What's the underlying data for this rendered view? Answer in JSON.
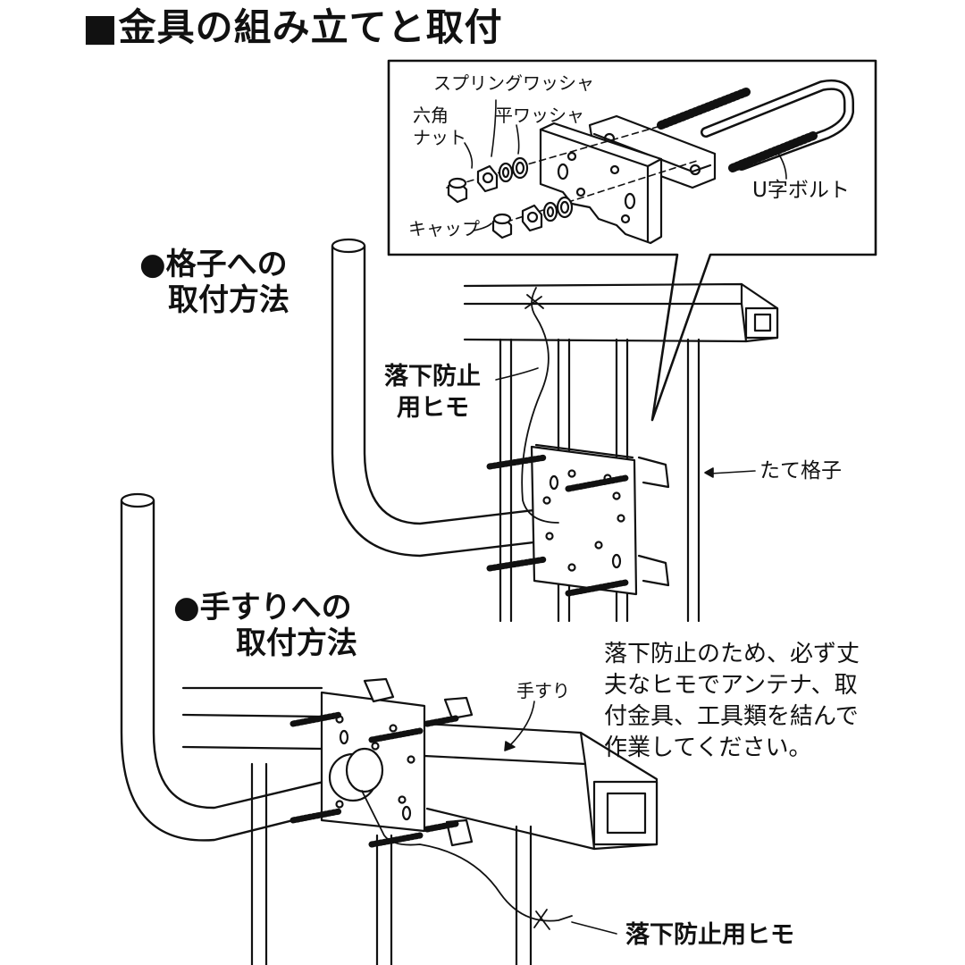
{
  "title": "■金具の組み立てと取付",
  "inset": {
    "spring_washer": "スプリングワッシャ",
    "hex_nut_line1": "六角",
    "hex_nut_line2": "ナット",
    "flat_washer": "平ワッシャ",
    "cap": "キャップ",
    "u_bolt": "U字ボルト"
  },
  "grid_section": {
    "heading_line1": "●格子への",
    "heading_line2": "取付方法",
    "fall_cord_line1": "落下防止",
    "fall_cord_line2": "用ヒモ",
    "vertical_bar": "たて格子"
  },
  "rail_section": {
    "heading_line1": "●手すりへの",
    "heading_line2": "取付方法",
    "handrail": "手すり",
    "fall_cord": "落下防止用ヒモ"
  },
  "note": {
    "line1": "落下防止のため、必ず丈",
    "line2": "夫なヒモでアンテナ、取",
    "line3": "付金具、工具類を結んで",
    "line4": "作業してください。"
  }
}
